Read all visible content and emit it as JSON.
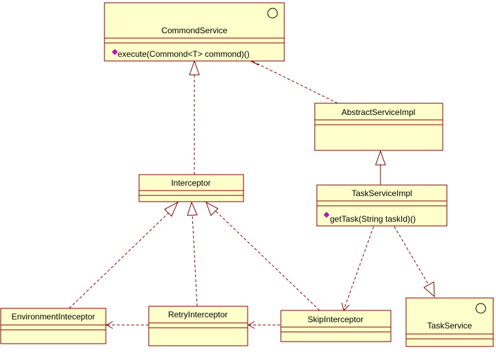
{
  "classes": {
    "commond_service": {
      "name": "CommondService",
      "method": "execute(Commond<T>  commond)()"
    },
    "abstract_service_impl": {
      "name": "AbstractServiceImpl"
    },
    "task_service_impl": {
      "name": "TaskServiceImpl",
      "method": "getTask(String  taskId)()"
    },
    "interceptor": {
      "name": "Interceptor"
    },
    "environment_inteceptor": {
      "name": "EnvironmentInteceptor"
    },
    "retry_interceptor": {
      "name": "RetryInterceptor"
    },
    "skip_interceptor": {
      "name": "SkipInterceptor"
    },
    "task_service": {
      "name": "TaskService"
    }
  },
  "colors": {
    "box_fill": "#ffffcc",
    "border": "#800000",
    "method_marker": "#cc00cc"
  },
  "icons": {
    "interface": "interface-circle-icon",
    "method": "method-diamond-icon"
  }
}
